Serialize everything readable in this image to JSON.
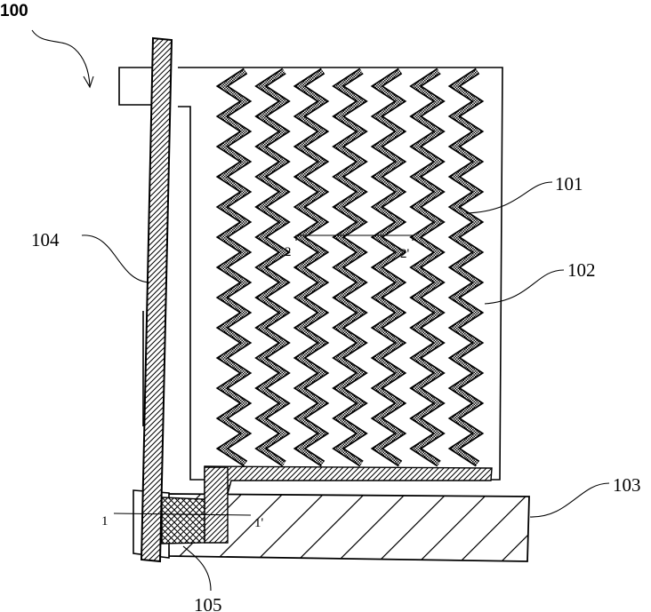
{
  "figure": {
    "labels": {
      "assembly": "100",
      "electrode": "101",
      "substrate": "102",
      "base_plate": "103",
      "side_plate": "104",
      "sealant": "105",
      "section_1": "1",
      "section_1_prime": "1'",
      "section_2": "2",
      "section_2_prime": "2'"
    },
    "zigzag_column_count": 7
  }
}
